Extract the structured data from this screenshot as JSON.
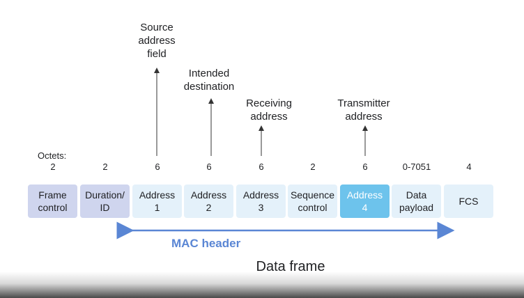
{
  "colors": {
    "field_default": "#e4f1fa",
    "field_header_start": "#cfd5ee",
    "field_highlight": "#6dc3ec",
    "mac_header": "#5a86d4",
    "arrow": "#333333"
  },
  "annotations": {
    "source": "Source\naddress\nfield",
    "intended": "Intended\ndestination",
    "receiving": "Receiving\naddress",
    "transmitter": "Transmitter\naddress"
  },
  "octets_label": "Octets:",
  "fields": [
    {
      "label": "Frame\ncontrol",
      "octets": "2",
      "style": "header-start"
    },
    {
      "label": "Duration/\nID",
      "octets": "2",
      "style": "header-start"
    },
    {
      "label": "Address\n1",
      "octets": "6",
      "style": "default"
    },
    {
      "label": "Address\n2",
      "octets": "6",
      "style": "default"
    },
    {
      "label": "Address\n3",
      "octets": "6",
      "style": "default"
    },
    {
      "label": "Sequence\ncontrol",
      "octets": "2",
      "style": "default"
    },
    {
      "label": "Address\n4",
      "octets": "6",
      "style": "highlight"
    },
    {
      "label": "Data\npayload",
      "octets": "0-7051",
      "style": "default"
    },
    {
      "label": "FCS",
      "octets": "4",
      "style": "default"
    }
  ],
  "mac_header_label": "MAC header",
  "caption": "Data frame"
}
